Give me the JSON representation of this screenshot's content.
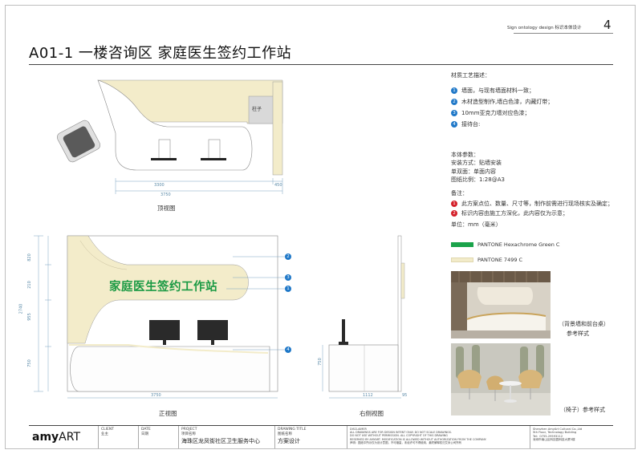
{
  "header": {
    "brand": "Sign ontology design  标识本体设计",
    "page_number": "4",
    "title": "A01-1 一楼咨询区  家庭医生签约工作站"
  },
  "plan_view": {
    "pillar_label": "柱子",
    "dim_main": "3300",
    "dim_side": "450",
    "dim_total": "3750",
    "caption": "顶视图"
  },
  "front_view": {
    "sign_text": "家庭医生签约工作站",
    "dims_vertical": [
      "820",
      "210",
      "955",
      "750"
    ],
    "dim_overall_height": "2740",
    "dim_width": "3750",
    "caption": "正视图"
  },
  "side_view": {
    "dim_height": "750",
    "dim_depth": "1112",
    "dim_wall": "95",
    "caption": "右侧视图"
  },
  "callouts": [
    "2",
    "3",
    "1",
    "4"
  ],
  "notes": {
    "materials_title": "材质工艺描述：",
    "materials": [
      {
        "num": "1",
        "text": "墙面，与现有墙面材料一致；"
      },
      {
        "num": "2",
        "text": "木材造型制作,墙白色漆，内藏灯带；"
      },
      {
        "num": "3",
        "text": "10mm亚克力墙对应色漆；"
      },
      {
        "num": "4",
        "text": "接待台:"
      }
    ],
    "params_title": "本体参数：",
    "params": [
      "安装方式：贴墙安装",
      "单双面：单面内容",
      "图纸比例：1:28@A3"
    ],
    "remarks_title": "备注：",
    "remarks": [
      {
        "num": "1",
        "text": "此方案点位、数量、尺寸等，制作前需进行现场核实及确定；"
      },
      {
        "num": "2",
        "text": "标识内容由施工方深化，此内容仅为示意；"
      }
    ],
    "unit": "单位：mm（毫米）"
  },
  "swatches": [
    {
      "label": "PANTONE Hexachrome Green C",
      "color": "#1aa34a"
    },
    {
      "label": "PANTONE 7499 C",
      "color": "#f2ebc9"
    }
  ],
  "references": {
    "desk_caption_1": "（背景墙和前台桌）",
    "desk_caption_2": "参考样式",
    "chair_caption": "（椅子）参考样式"
  },
  "title_block": {
    "logo_a": "amy",
    "logo_b": "ART",
    "client_label": "CLIENT",
    "client_cn": "业主",
    "date_label": "DATE",
    "date_cn": "日期",
    "project_label": "PROJECT",
    "project_cn": "项目名称",
    "project_name": "海珠区龙凤街社区卫生服务中心",
    "drawing_label": "DRAWING TITLE",
    "drawing_cn": "图纸名称",
    "drawing_name": "方案设计",
    "disclaimer_label": "DISCLAIMER",
    "disclaimer_1": "ALL DRAWINGS ARE FOR DESIGN INTENT ONLY. DO NOT SCALE DRAWINGS.",
    "disclaimer_2": "DO NOT USE WITHOUT PERMISSION. ALL COPYRIGHT OF THIS DRAWING",
    "disclaimer_3": "RESERVED BY AMYART. MODIFICATION IS ALLOWED WITHOUT AUTHORIZATION FROM THE COMPANY.",
    "disclaimer_cn": "声明：图纸中所示仅为设计意图，不可缩量，未经许可不得使用，最终解释权归艾米公司所有",
    "company": "Shenzhen AmyArt Cultural Co.,Ltd",
    "company_2": "5th Floor, Technology Building",
    "phone": "Tel：0755-29593112",
    "address": "深圳市南山区科技园科技大厦5楼"
  }
}
